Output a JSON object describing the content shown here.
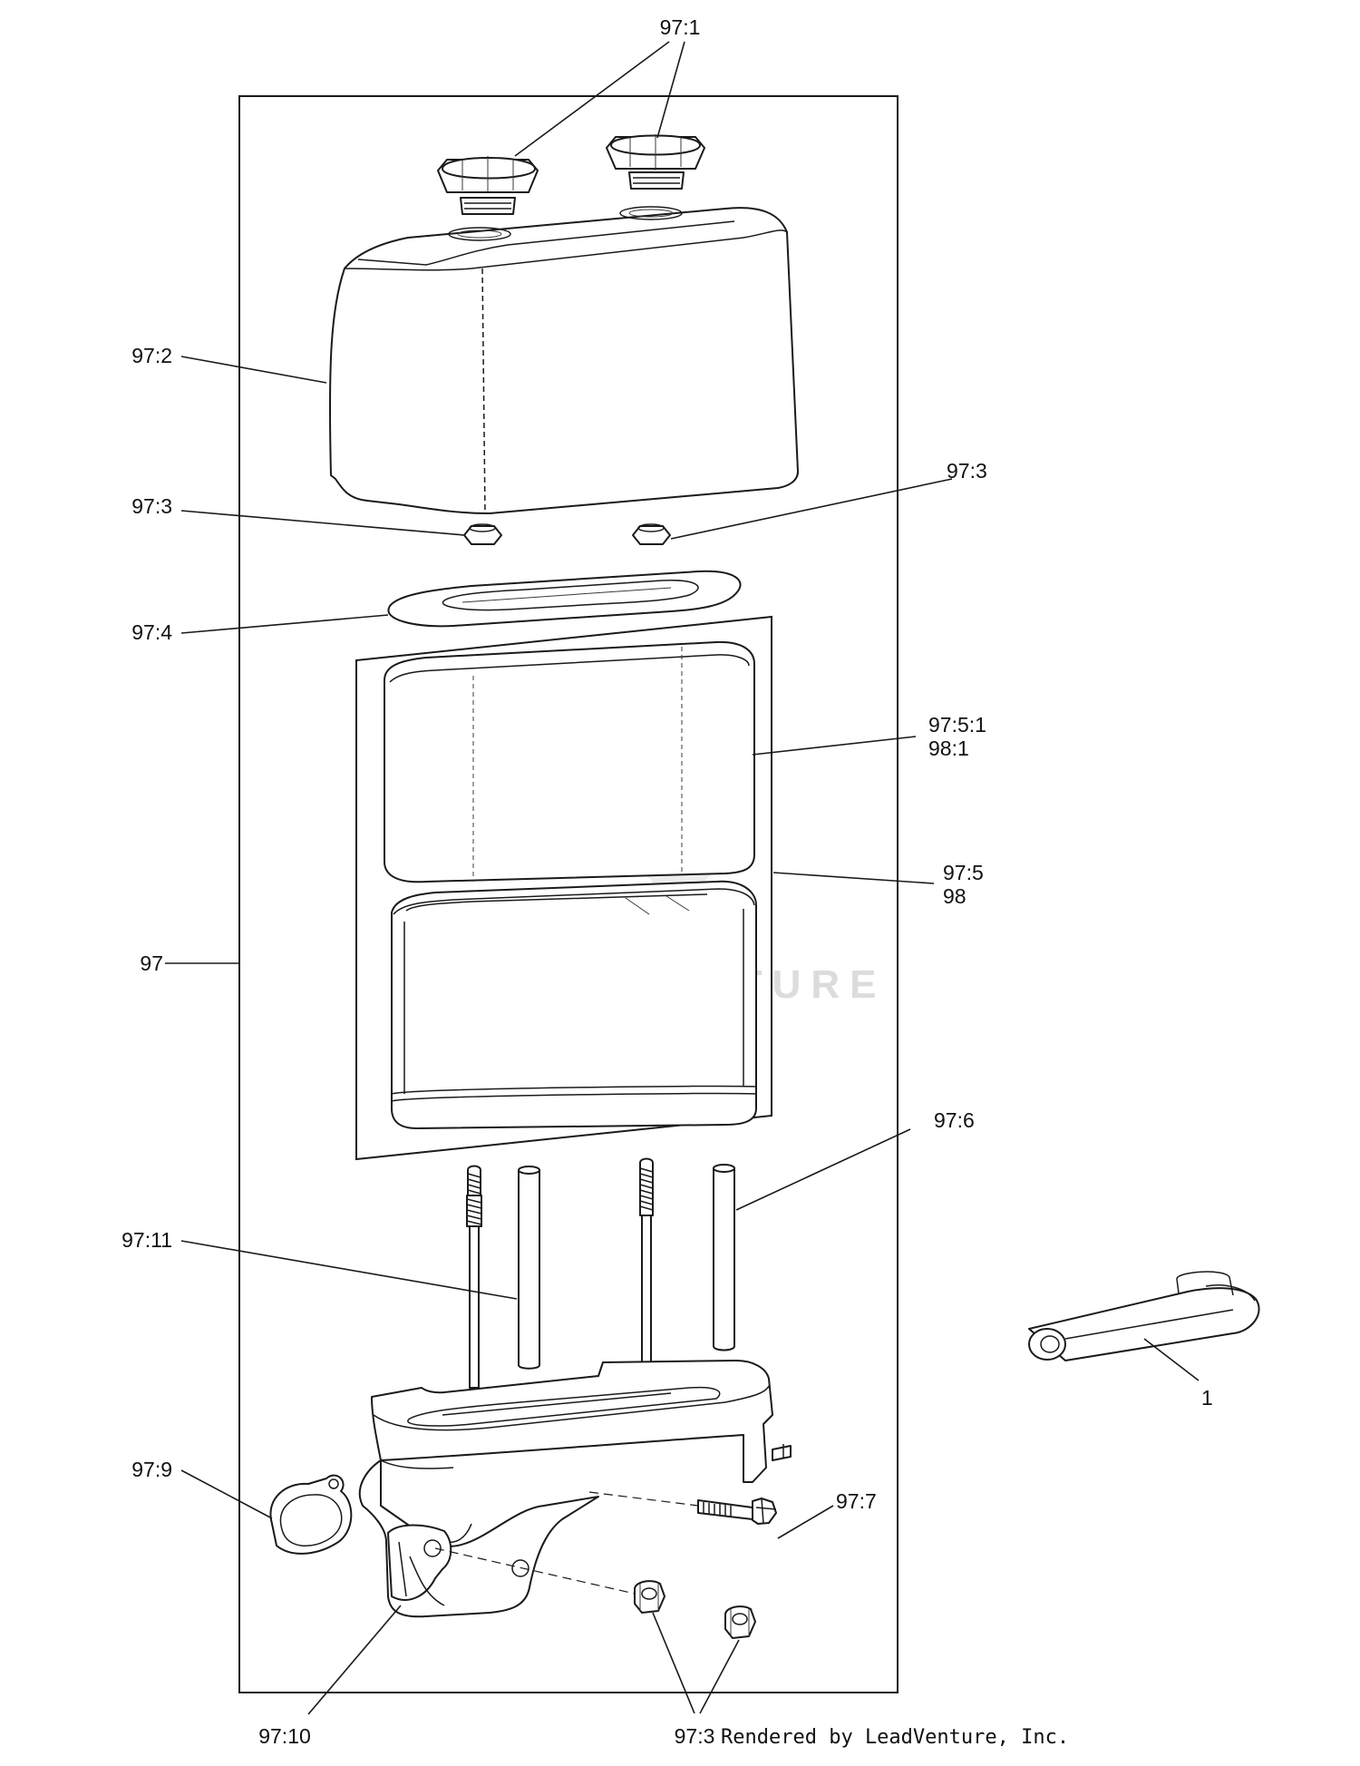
{
  "callouts": {
    "c97_1": "97:1",
    "c97_2": "97:2",
    "c97_3_right": "97:3",
    "c97_3_left": "97:3",
    "c97_4": "97:4",
    "c97_5_1": "97:5:1",
    "c98_1": "98:1",
    "c97_5": "97:5",
    "c98": "98",
    "c97": "97",
    "c97_6": "97:6",
    "c97_11": "97:11",
    "c1": "1",
    "c97_9": "97:9",
    "c97_7": "97:7",
    "c97_10": "97:10",
    "c97_3_bottom": "97:3"
  },
  "credit": "Rendered by LeadVenture, Inc.",
  "watermark": "LEADVENTURE"
}
